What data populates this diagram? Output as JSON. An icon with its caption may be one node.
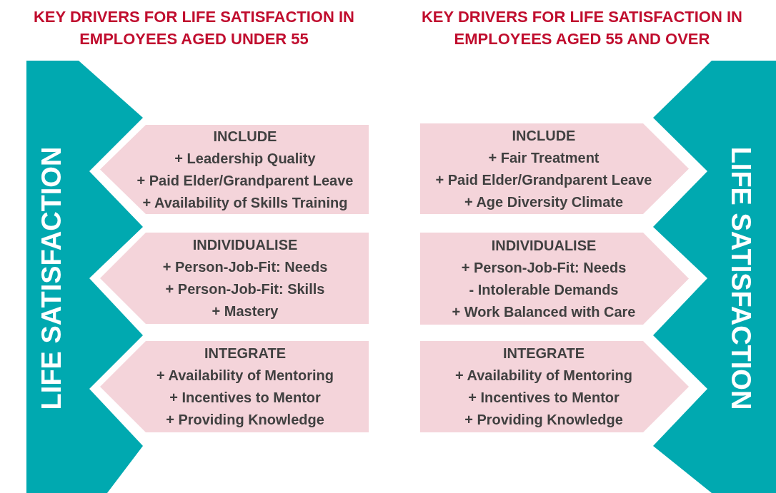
{
  "diagram": {
    "nodes": [
      {
        "text": [
          "LIFE SATISFACTION"
        ]
      },
      {
        "text": [
          "INCLUDE",
          "+ Leadership Quality",
          "+ Paid Elder/Grandparent Leave",
          "+ Availability of Skills Training"
        ]
      },
      {
        "text": [
          "INDIVIDUALISE",
          "+ Person-Job-Fit: Needs",
          "+ Person-Job-Fit: Skills",
          "+ Mastery"
        ]
      },
      {
        "text": [
          "INTEGRATE",
          "+ Availability of Mentoring",
          "+ Incentives to Mentor",
          "+ Providing Knowledge"
        ]
      },
      {
        "text": [
          "INCLUDE",
          "+ Fair Treatment",
          "+ Paid Elder/Grandparent Leave",
          "+ Age Diversity Climate"
        ]
      },
      {
        "text": [
          "INDIVIDUALISE",
          "+ Person-Job-Fit: Needs",
          "- Intolerable Demands",
          "+ Work Balanced with Care"
        ]
      },
      {
        "text": [
          "INTEGRATE",
          "+ Availability of Mentoring",
          "+ Incentives to Mentor",
          "+ Providing Knowledge"
        ]
      },
      {
        "text": [
          "LIFE SATISFACTION"
        ]
      }
    ],
    "labels": [
      "KEY DRIVERS FOR LIFE SATISFACTION IN EMPLOYEES AGED UNDER 55",
      "KEY DRIVERS FOR LIFE SATISFACTION IN EMPLOYEES AGED 55 AND OVER"
    ]
  }
}
